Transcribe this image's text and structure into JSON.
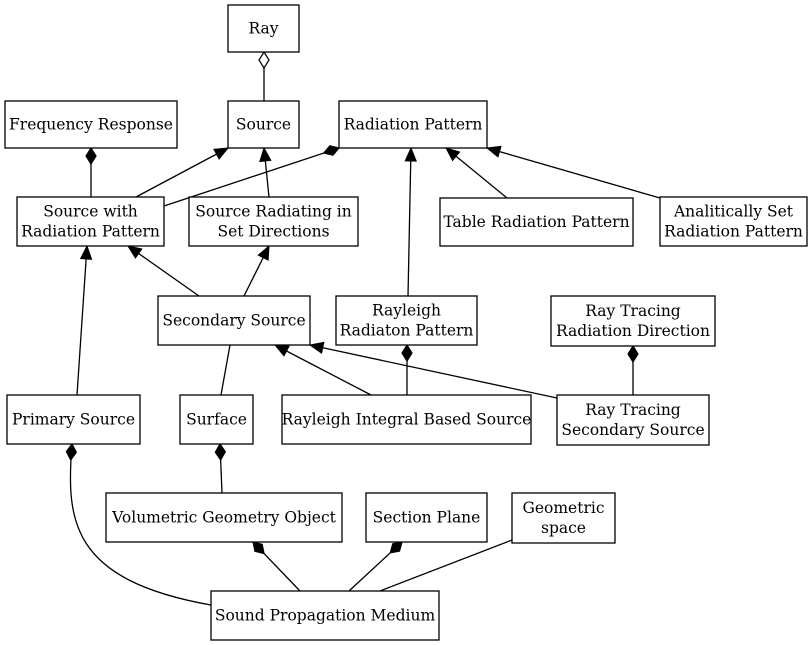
{
  "nodes": [
    {
      "id": "ray",
      "label": [
        "Ray"
      ]
    },
    {
      "id": "source",
      "label": [
        "Source"
      ]
    },
    {
      "id": "frequency_response",
      "label": [
        "Frequency Response"
      ]
    },
    {
      "id": "radiation_pattern",
      "label": [
        "Radiation Pattern"
      ]
    },
    {
      "id": "source_with_radiation_pattern",
      "label": [
        "Source with",
        "Radiation Pattern"
      ]
    },
    {
      "id": "source_radiating_in_set_directions",
      "label": [
        "Source Radiating in",
        "Set Directions"
      ]
    },
    {
      "id": "table_radiation_pattern",
      "label": [
        "Table Radiation Pattern"
      ]
    },
    {
      "id": "analitically_set_radiation_pattern",
      "label": [
        "Analitically Set",
        "Radiation Pattern"
      ]
    },
    {
      "id": "secondary_source",
      "label": [
        "Secondary Source"
      ]
    },
    {
      "id": "rayleigh_radiaton_pattern",
      "label": [
        "Rayleigh",
        "Radiaton Pattern"
      ]
    },
    {
      "id": "ray_tracing_radiation_direction",
      "label": [
        "Ray Tracing",
        "Radiation Direction"
      ]
    },
    {
      "id": "primary_source",
      "label": [
        "Primary Source"
      ]
    },
    {
      "id": "surface",
      "label": [
        "Surface"
      ]
    },
    {
      "id": "rayleigh_integral_based_source",
      "label": [
        "Rayleigh Integral Based Source"
      ]
    },
    {
      "id": "ray_tracing_secondary_source",
      "label": [
        "Ray Tracing",
        "Secondary Source"
      ]
    },
    {
      "id": "volumetric_geometry_object",
      "label": [
        "Volumetric Geometry Object"
      ]
    },
    {
      "id": "section_plane",
      "label": [
        "Section Plane"
      ]
    },
    {
      "id": "geometric_space",
      "label": [
        "Geometric",
        "space"
      ]
    },
    {
      "id": "sound_propagation_medium",
      "label": [
        "Sound Propagation Medium"
      ]
    }
  ],
  "edges": [
    {
      "from": "source",
      "to": "ray",
      "type": "aggregation"
    },
    {
      "from": "source_with_radiation_pattern",
      "to": "source",
      "type": "inheritance"
    },
    {
      "from": "source_radiating_in_set_directions",
      "to": "source",
      "type": "inheritance"
    },
    {
      "from": "source_with_radiation_pattern",
      "to": "frequency_response",
      "type": "composition"
    },
    {
      "from": "source_with_radiation_pattern",
      "to": "radiation_pattern",
      "type": "composition"
    },
    {
      "from": "table_radiation_pattern",
      "to": "radiation_pattern",
      "type": "inheritance"
    },
    {
      "from": "analitically_set_radiation_pattern",
      "to": "radiation_pattern",
      "type": "inheritance"
    },
    {
      "from": "rayleigh_radiaton_pattern",
      "to": "radiation_pattern",
      "type": "inheritance"
    },
    {
      "from": "secondary_source",
      "to": "source_with_radiation_pattern",
      "type": "inheritance"
    },
    {
      "from": "secondary_source",
      "to": "source_radiating_in_set_directions",
      "type": "inheritance"
    },
    {
      "from": "primary_source",
      "to": "source_with_radiation_pattern",
      "type": "inheritance"
    },
    {
      "from": "rayleigh_integral_based_source",
      "to": "secondary_source",
      "type": "inheritance"
    },
    {
      "from": "ray_tracing_secondary_source",
      "to": "secondary_source",
      "type": "inheritance"
    },
    {
      "from": "rayleigh_integral_based_source",
      "to": "rayleigh_radiaton_pattern",
      "type": "composition"
    },
    {
      "from": "ray_tracing_secondary_source",
      "to": "ray_tracing_radiation_direction",
      "type": "composition"
    },
    {
      "from": "surface",
      "to": "secondary_source",
      "type": "association"
    },
    {
      "from": "volumetric_geometry_object",
      "to": "surface",
      "type": "composition"
    },
    {
      "from": "sound_propagation_medium",
      "to": "primary_source",
      "type": "composition"
    },
    {
      "from": "sound_propagation_medium",
      "to": "volumetric_geometry_object",
      "type": "composition"
    },
    {
      "from": "sound_propagation_medium",
      "to": "section_plane",
      "type": "composition"
    },
    {
      "from": "sound_propagation_medium",
      "to": "geometric_space",
      "type": "association"
    }
  ]
}
